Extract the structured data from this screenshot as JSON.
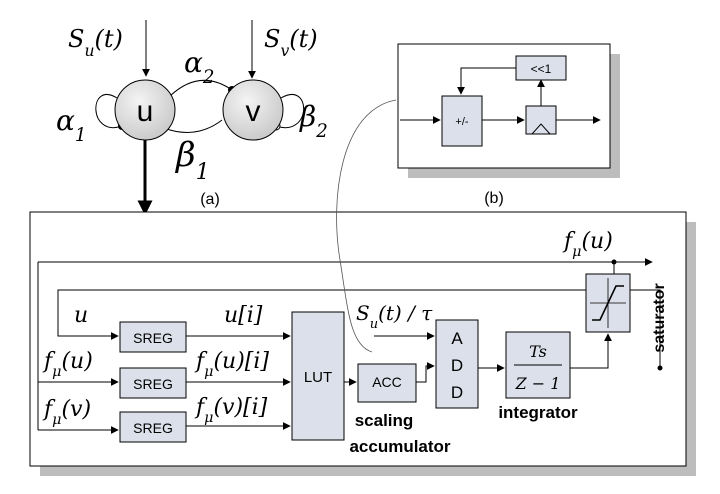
{
  "network": {
    "node_u": "u",
    "node_v": "v",
    "input_u": "S_u(t)",
    "input_v": "S_v(t)",
    "alpha1": "α_1",
    "alpha2": "α_2",
    "beta1": "β_1",
    "beta2": "β_2",
    "caption": "(a)"
  },
  "accumulator": {
    "adder": "+/-",
    "shift": "<<1",
    "caption": "(b)"
  },
  "circuit": {
    "input_u": "u",
    "input_fu": "f_μ(u)",
    "input_fv": "f_μ(v)",
    "sreg": "SREG",
    "out_u": "u[i]",
    "out_fu": "f_μ(u)[i]",
    "out_fv": "f_μ(v)[i]",
    "lut": "LUT",
    "acc": "ACC",
    "adder_letters": [
      "A",
      "D",
      "D"
    ],
    "s_over_tau": "S_u(t) / τ",
    "tf_num": "Ts",
    "tf_den": "Z − 1",
    "output": "f_μ(u)",
    "scaling_line1": "scaling",
    "scaling_line2": "accumulator",
    "integrator": "integrator",
    "saturator": "saturator"
  }
}
